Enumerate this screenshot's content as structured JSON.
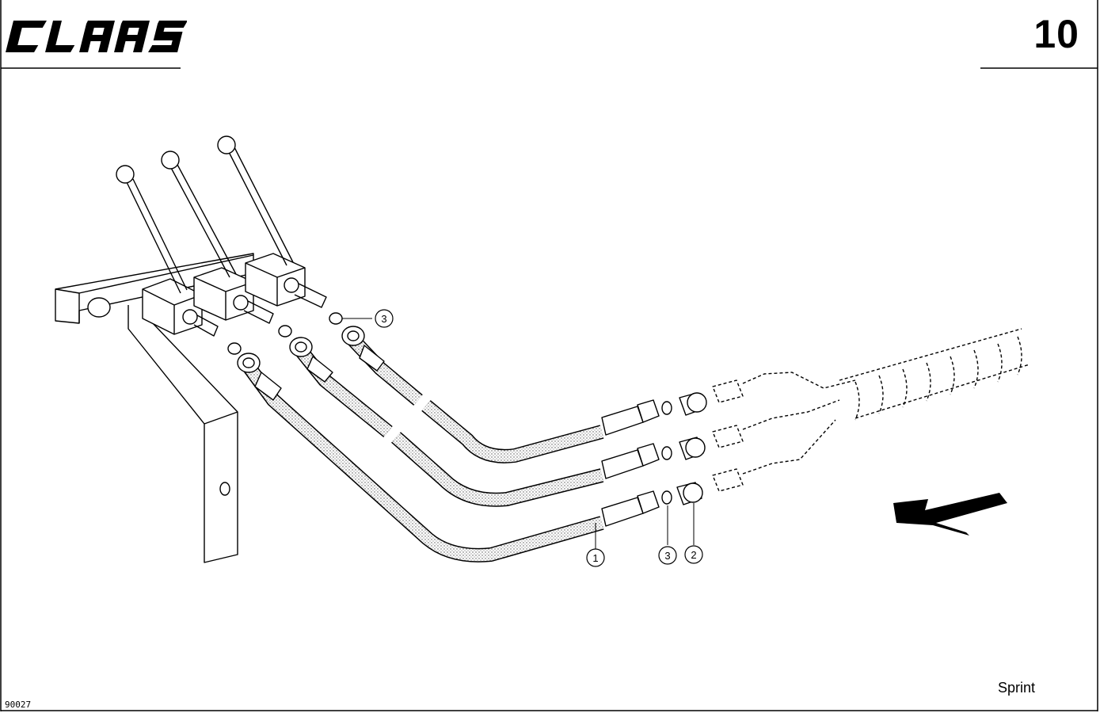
{
  "header": {
    "brand": "CLAAS",
    "page_number": "10"
  },
  "footer": {
    "doc_code": "90027",
    "series": "Sprint"
  },
  "callouts": [
    {
      "id": "callout-3-top",
      "label": "3"
    },
    {
      "id": "callout-1",
      "label": "1"
    },
    {
      "id": "callout-3-bottom",
      "label": "3"
    },
    {
      "id": "callout-2",
      "label": "2"
    }
  ],
  "icons": {
    "direction_arrow": "travel-direction-arrow-icon"
  }
}
